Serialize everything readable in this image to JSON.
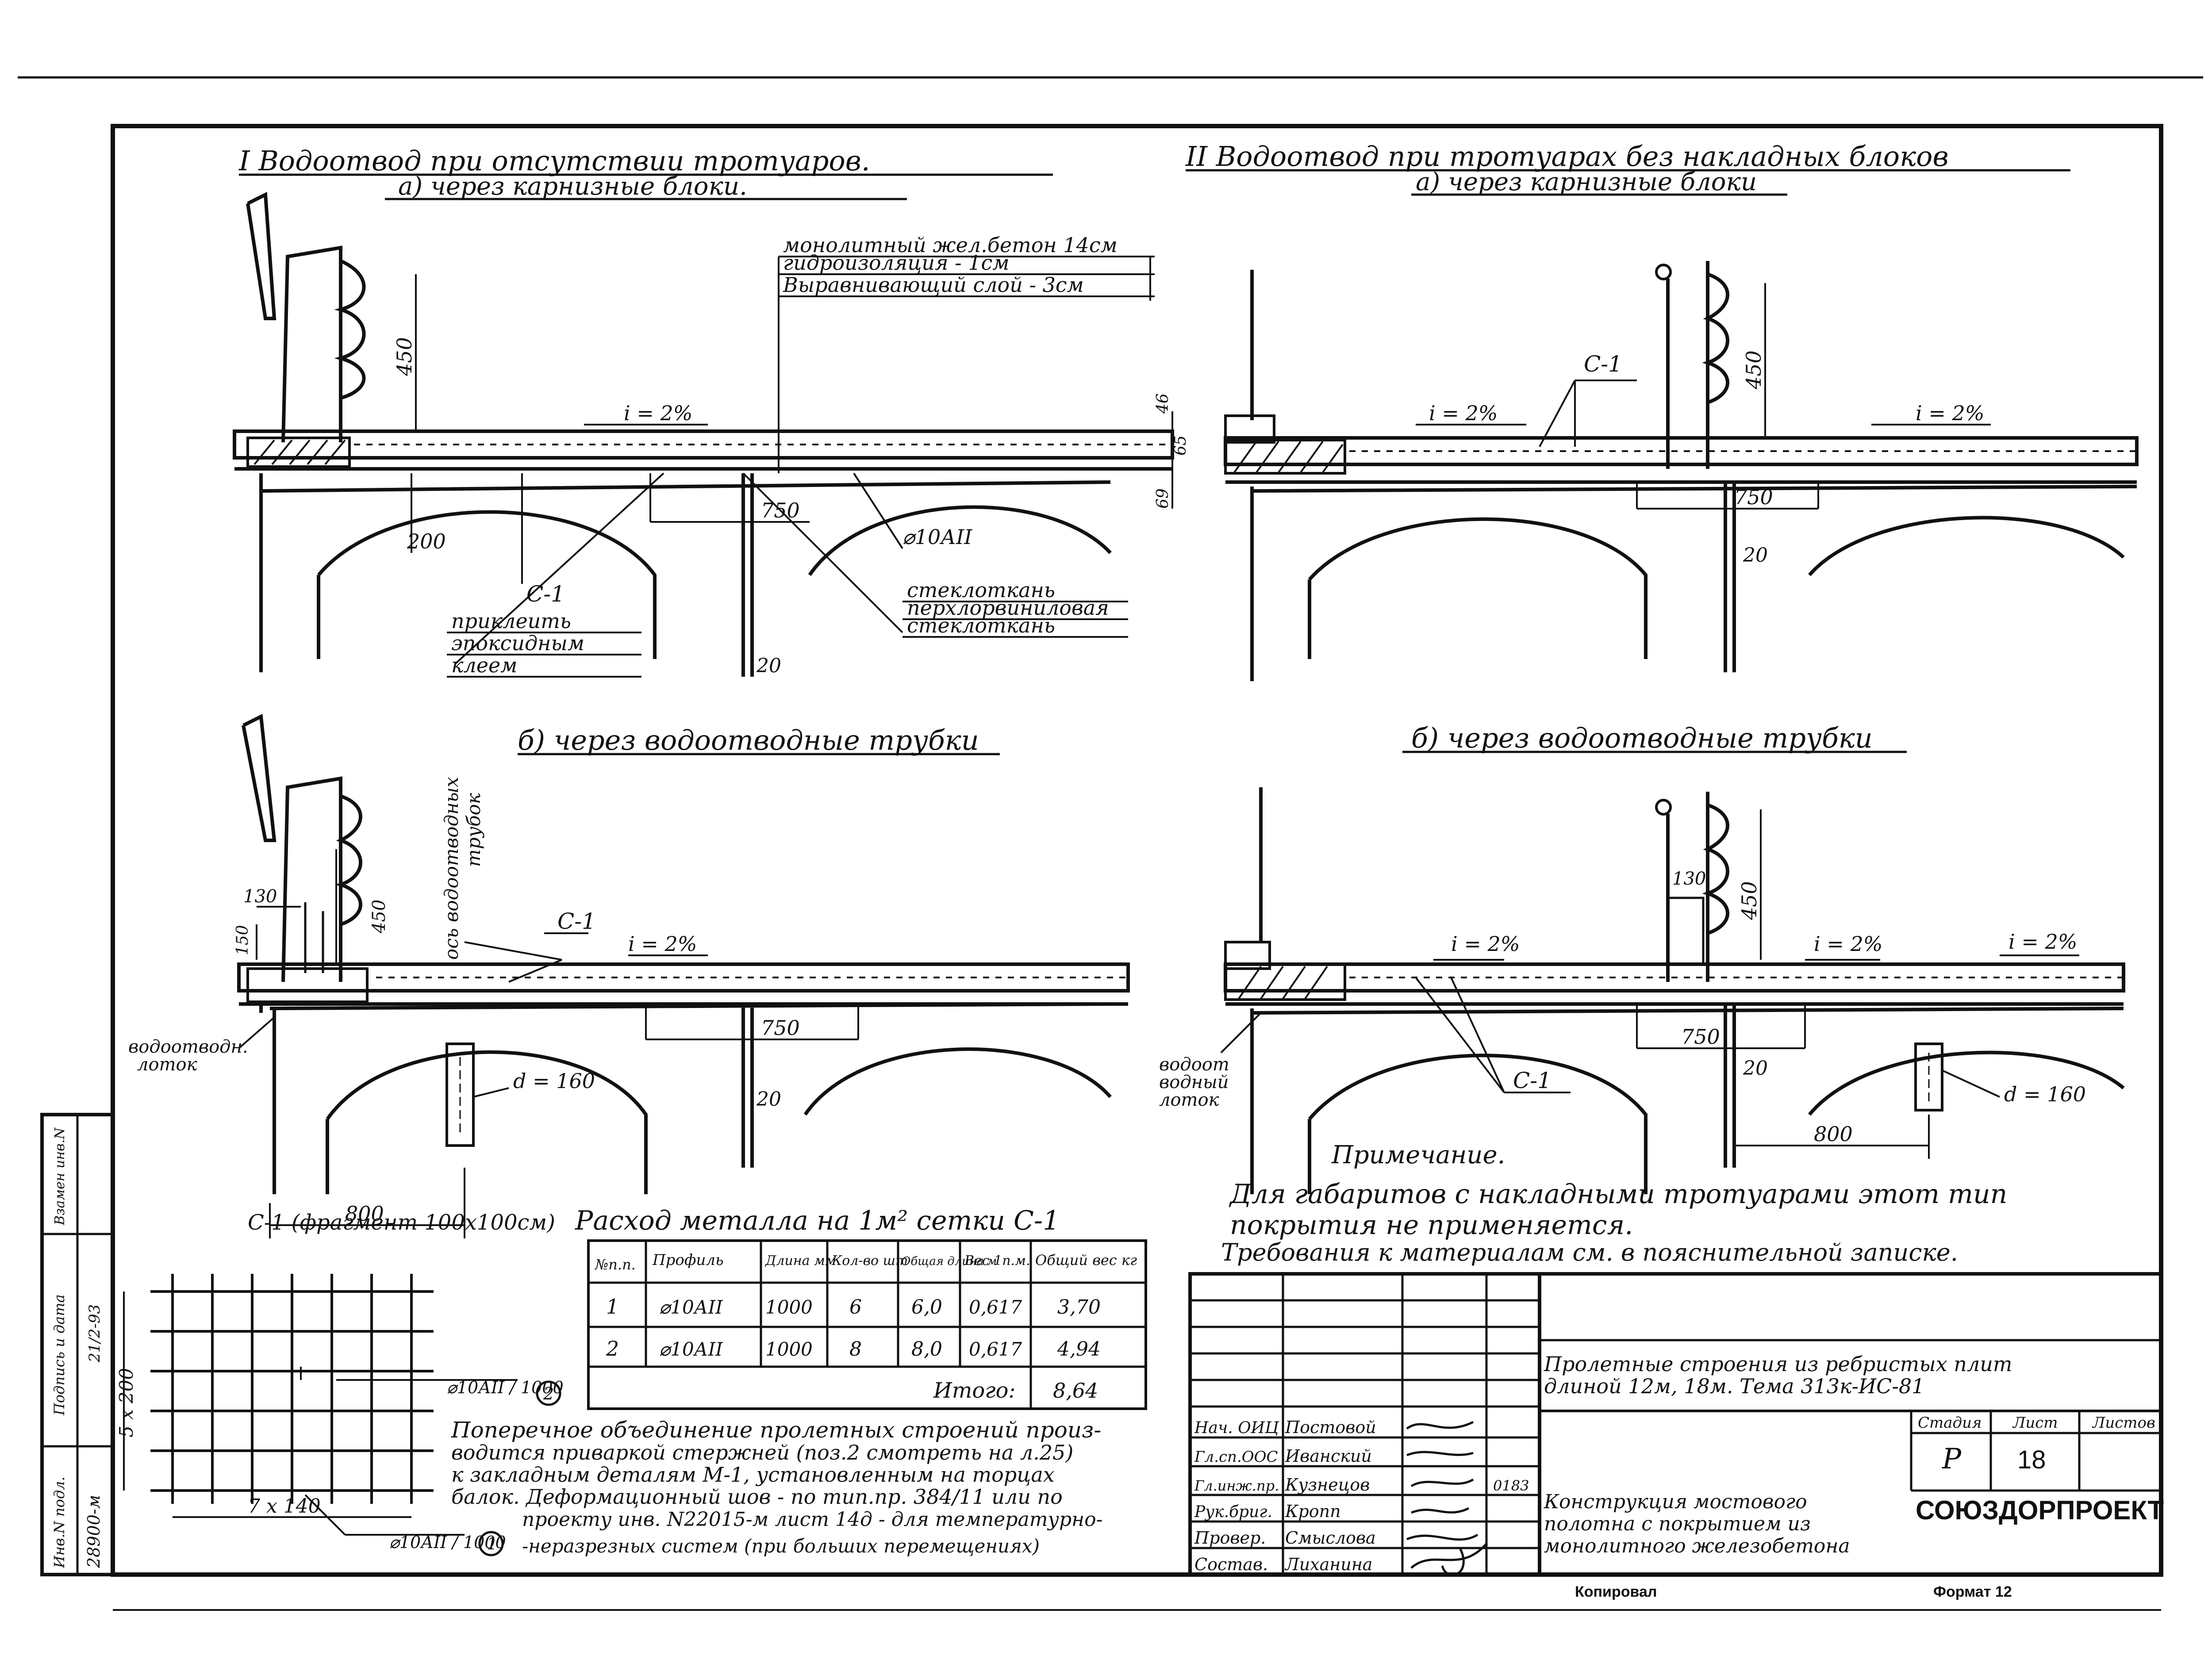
{
  "sections": {
    "s1_title": "I Водоотвод при отсутствии тротуаров.",
    "s1_sub_a": "а) через карнизные блоки.",
    "s1_sub_b": "б) через водоотводные трубки",
    "s2_title": "II Водоотвод при тротуарах без накладных блоков",
    "s2_sub_a": "а) через карнизные блоки",
    "s2_sub_b": "б) через водоотводные трубки"
  },
  "layers": {
    "l1": "монолитный жел.бетон 14см",
    "l2": "гидроизоляция - 1см",
    "l3": "Выравнивающий слой - 3см"
  },
  "labels": {
    "d450": "450",
    "d46": "46",
    "d65": "65",
    "d69": "69",
    "slope": "i = 2%",
    "d200": "200",
    "d750": "750",
    "rebar": "⌀10АII",
    "c1": "С-1",
    "glass1": "стеклоткань",
    "glass2": "перхлорвиниловая",
    "glass3": "стеклоткань",
    "glue1": "приклеить",
    "glue2": "эпоксидным",
    "glue3": "клеем",
    "d20": "20",
    "d130": "130",
    "d150": "150",
    "pipe_axis1": "ось водоотводных",
    "pipe_axis2": "трубок",
    "tray1": "водоотводн.",
    "tray2": "лоток",
    "tray3": "водоот",
    "tray4": "водный",
    "tray5": "лоток",
    "pipe_d": "d = 160",
    "d800": "800"
  },
  "note": {
    "title": "Примечание.",
    "line1": "Для габаритов с накладными тротуарами этот тип",
    "line2": "покрытия не применяется.",
    "line3": "Требования к материалам см. в пояснительной записке."
  },
  "fragment": {
    "title": "С-1 (фрагмент 100х100см)",
    "dim_v": "5 х 200",
    "dim_h": "7 х 140",
    "bar2": "⌀10АII / 1000",
    "bar2_no": "2",
    "bar1": "⌀10АII / 1000",
    "bar1_no": "1"
  },
  "metal_table": {
    "title": "Расход металла на 1м² сетки С-1",
    "headers": [
      "№п.п.",
      "Профиль",
      "Длина мм",
      "Кол-во шт",
      "Общая длина м",
      "Вес 1п.м.",
      "Общий вес кг"
    ],
    "rows": [
      [
        "1",
        "⌀10АII",
        "1000",
        "6",
        "6,0",
        "0,617",
        "3,70"
      ],
      [
        "2",
        "⌀10АII",
        "1000",
        "8",
        "8,0",
        "0,617",
        "4,94"
      ]
    ],
    "total_label": "Итого:",
    "total_value": "8,64"
  },
  "paragraph": {
    "l1": "Поперечное объединение пролетных строений произ-",
    "l2": "водится приваркой стержней (поз.2 смотреть на л.25)",
    "l3": "к закладным деталям М-1, установленным на торцах",
    "l4": "балок. Деформационный шов - по тип.пр. 384/11 или по",
    "l5": "проекту инв. N22015-м лист 14д - для температурно-",
    "l6": "-неразрезных систем (при больших перемещениях)"
  },
  "stamp": {
    "roles": [
      "Нач. ОИЦ",
      "Гл.сп.ООС",
      "Гл.инж.пр.",
      "Рук.бриг.",
      "Провер.",
      "Состав."
    ],
    "names": [
      "Постовой",
      "Иванский",
      "Кузнецов",
      "Кропп",
      "Смыслова",
      "Лиханина"
    ],
    "date": "0183",
    "project1": "Пролетные строения из ребристых плит",
    "project2": "длиной 12м, 18м. Тема 313к-ИС-81",
    "sheet_title1": "Конструкция мостового",
    "sheet_title2": "полотна с покрытием из",
    "sheet_title3": "монолитного железобетона",
    "stage_label": "Стадия",
    "sheet_label": "Лист",
    "sheets_label": "Листов",
    "stage_value": "Р",
    "sheet_value": "18",
    "org": "СОЮЗДОРПРОЕКТ",
    "copied": "Копировал",
    "format": "Формат 12"
  },
  "side_strip": {
    "inv": "Инв.N подл.",
    "inv_val": "28900-м",
    "sign": "Подпись и дата",
    "sign_val": "21/2-93",
    "replace": "Взамен инв.N"
  }
}
